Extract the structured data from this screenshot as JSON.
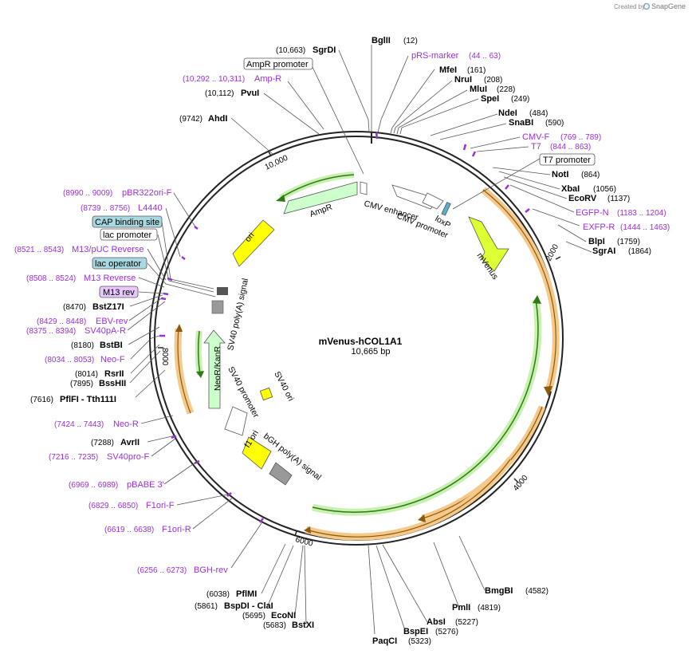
{
  "header": {
    "credit": "Created by",
    "brand": "SnapGene"
  },
  "plasmid": {
    "name": "mVenus-hCOL1A1",
    "size": "10,665 bp"
  },
  "ticks": [
    "2000",
    "4000",
    "6000",
    "8000",
    "10,000"
  ],
  "colors": {
    "primer": "#9b30d9",
    "feature_orange": "#e8a030",
    "feature_green": "#3a9a1a",
    "promoter_box": "#a8d8e0",
    "label_box_purple": "#e6c8ff"
  },
  "features_on_map": {
    "ampr": "AmpR",
    "ori": "ori",
    "cmv_enhancer": "CMV enhancer",
    "cmv_promoter": "CMV promoter",
    "loxp": "loxP",
    "mvenus": "mVenus",
    "sv40_polya": "SV40 poly(A) signal",
    "neo_kanr": "NeoR/KanR",
    "sv40_promoter": "SV40 promoter",
    "sv40_ori": "SV40 ori",
    "bgh_polya": "bGH poly(A) signal",
    "f1_ori": "f1 ori"
  },
  "sites": [
    {
      "name": "BglII",
      "pos": "(12)"
    },
    {
      "name": "SgrDI",
      "pos": "(10,663)"
    },
    {
      "name": "AmpR promoter",
      "boxed": true
    },
    {
      "name": "Amp-R",
      "pos": "(10,292 .. 10,311)",
      "primer": true
    },
    {
      "name": "PvuI",
      "pos": "(10,112)"
    },
    {
      "name": "AhdI",
      "pos": "(9742)"
    },
    {
      "name": "pRS-marker",
      "pos": "(44 .. 63)",
      "primer": true
    },
    {
      "name": "MfeI",
      "pos": "(161)"
    },
    {
      "name": "NruI",
      "pos": "(208)"
    },
    {
      "name": "MluI",
      "pos": "(228)"
    },
    {
      "name": "SpeI",
      "pos": "(249)"
    },
    {
      "name": "NdeI",
      "pos": "(484)"
    },
    {
      "name": "SnaBI",
      "pos": "(590)"
    },
    {
      "name": "CMV-F",
      "pos": "(769 .. 789)",
      "primer": true
    },
    {
      "name": "T7",
      "pos": "(844 .. 863)",
      "primer": true
    },
    {
      "name": "T7 promoter",
      "boxed": true
    },
    {
      "name": "NotI",
      "pos": "(864)"
    },
    {
      "name": "XbaI",
      "pos": "(1056)"
    },
    {
      "name": "EcoRV",
      "pos": "(1137)"
    },
    {
      "name": "EGFP-N",
      "pos": "(1183 .. 1204)",
      "primer": true
    },
    {
      "name": "EXFP-R",
      "pos": "(1444 .. 1463)",
      "primer": true
    },
    {
      "name": "BlpI",
      "pos": "(1759)"
    },
    {
      "name": "SgrAI",
      "pos": "(1864)"
    },
    {
      "name": "pBR322ori-F",
      "pos": "(8990 .. 9009)",
      "primer": true
    },
    {
      "name": "L4440",
      "pos": "(8739 .. 8756)",
      "primer": true
    },
    {
      "name": "CAP binding site",
      "boxed": true,
      "fill": "blue"
    },
    {
      "name": "lac promoter",
      "boxed": true
    },
    {
      "name": "M13/pUC Reverse",
      "pos": "(8521 .. 8543)",
      "primer": true
    },
    {
      "name": "lac operator",
      "boxed": true,
      "fill": "blue"
    },
    {
      "name": "M13 Reverse",
      "pos": "(8508 .. 8524)",
      "primer": true
    },
    {
      "name": "M13 rev",
      "boxed": true,
      "fill": "purple"
    },
    {
      "name": "BstZ17I",
      "pos": "(8470)"
    },
    {
      "name": "EBV-rev",
      "pos": "(8429 .. 8448)",
      "primer": true
    },
    {
      "name": "SV40pA-R",
      "pos": "(8375 .. 8394)",
      "primer": true
    },
    {
      "name": "BstBI",
      "pos": "(8180)"
    },
    {
      "name": "Neo-F",
      "pos": "(8034 .. 8053)",
      "primer": true
    },
    {
      "name": "RsrII",
      "pos": "(8014)"
    },
    {
      "name": "BssHII",
      "pos": "(7895)"
    },
    {
      "name": "PflFI - Tth111I",
      "pos": "(7616)"
    },
    {
      "name": "Neo-R",
      "pos": "(7424 .. 7443)",
      "primer": true
    },
    {
      "name": "AvrII",
      "pos": "(7288)"
    },
    {
      "name": "SV40pro-F",
      "pos": "(7216 .. 7235)",
      "primer": true
    },
    {
      "name": "pBABE 3'",
      "pos": "(6969 .. 6989)",
      "primer": true
    },
    {
      "name": "F1ori-F",
      "pos": "(6829 .. 6850)",
      "primer": true
    },
    {
      "name": "F1ori-R",
      "pos": "(6619 .. 6638)",
      "primer": true
    },
    {
      "name": "BGH-rev",
      "pos": "(6256 .. 6273)",
      "primer": true
    },
    {
      "name": "PflMI",
      "pos": "(6038)"
    },
    {
      "name": "BspDI - ClaI",
      "pos": "(5861)"
    },
    {
      "name": "EcoNI",
      "pos": "(5695)"
    },
    {
      "name": "BstXI",
      "pos": "(5683)"
    },
    {
      "name": "PaqCI",
      "pos": "(5323)"
    },
    {
      "name": "BspEI",
      "pos": "(5276)"
    },
    {
      "name": "AbsI",
      "pos": "(5227)"
    },
    {
      "name": "PmlI",
      "pos": "(4819)"
    },
    {
      "name": "BmgBI",
      "pos": "(4582)"
    }
  ]
}
